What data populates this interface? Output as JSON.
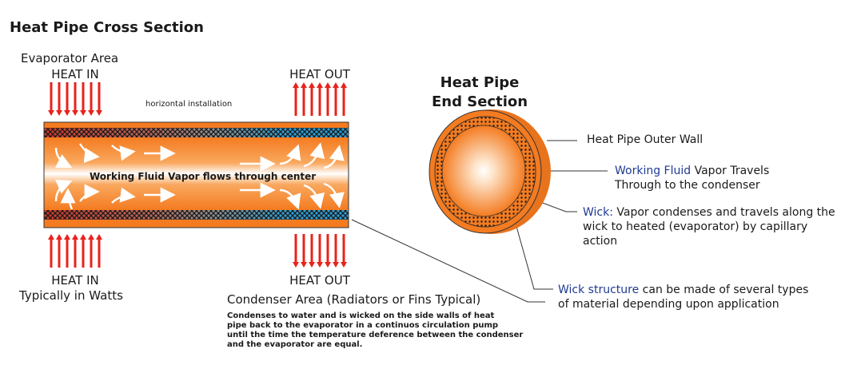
{
  "title": "Heat Pipe Cross Section",
  "labels": {
    "evaporator_area": "Evaporator Area",
    "heat_in_top": "HEAT IN",
    "heat_out_top": "HEAT OUT",
    "horizontal": "horizontal installation",
    "vapor_flow": "Working Fluid Vapor flows through center",
    "heat_in_bottom": "HEAT IN",
    "typically_watts": "Typically in Watts",
    "heat_out_bottom": "HEAT OUT",
    "condenser_area": "Condenser Area (Radiators or Fins Typical)",
    "condenser_desc": [
      "Condenses to water and is wicked on the side walls of heat",
      "pipe back to the evaporator in a continuos circulation pump",
      "until the time the temperature deference between the condenser",
      "and the evaporator are equal."
    ]
  },
  "end_section": {
    "title_line1": "Heat Pipe",
    "title_line2": "End Section",
    "outer_wall": "Heat Pipe Outer Wall",
    "working_fluid_hl": "Working Fluid",
    "working_fluid_rest": " Vapor Travels",
    "working_fluid_line2": "Through to the condenser",
    "wick_hl": "Wick:",
    "wick_rest": " Vapor condenses and travels along the",
    "wick_line2": "wick to heated (evaporator) by capillary",
    "wick_line3": "action",
    "wick_structure_hl": "Wick structure",
    "wick_structure_rest": " can be made of several types",
    "wick_structure_line2": "of material depending upon application"
  },
  "colors": {
    "orange": "#f47b20",
    "arrow_red": "#e8231c",
    "highlight_blue": "#1f3a93",
    "wick_hot": "#d23a2a",
    "wick_cold": "#2c9fd6"
  }
}
